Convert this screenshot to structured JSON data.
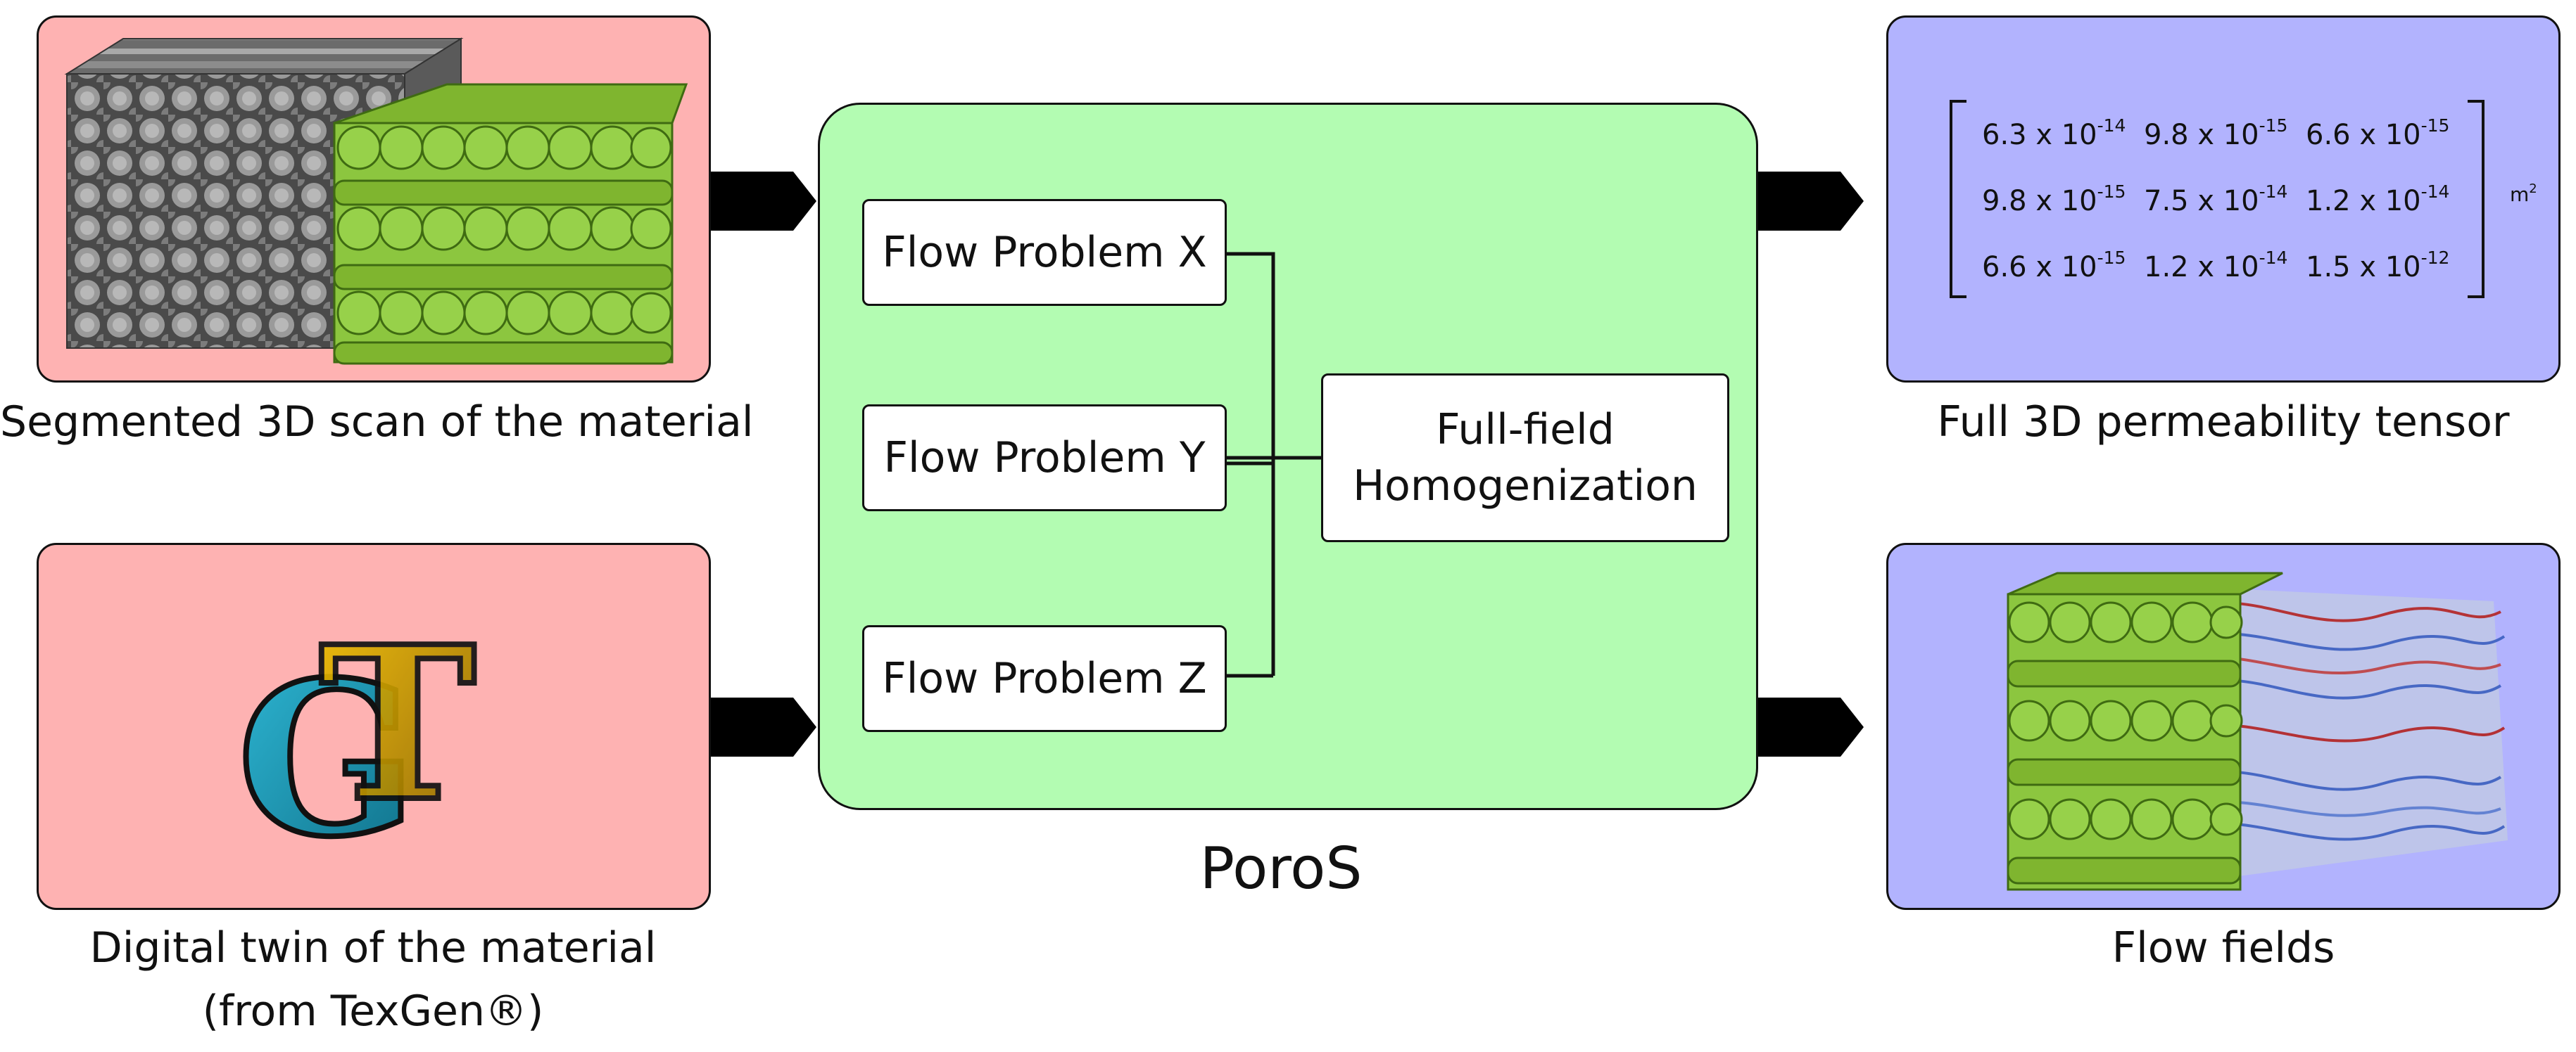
{
  "inputs": {
    "scan_caption": "Segmented 3D scan of the material",
    "twin_caption_line1": "Digital twin of the material",
    "twin_caption_line2": "(from TexGen®)",
    "logo_letters": "TG"
  },
  "poros": {
    "title": "PoroS",
    "flow_x": "Flow Problem X",
    "flow_y": "Flow Problem Y",
    "flow_z": "Flow Problem Z",
    "homog_line1": "Full-field",
    "homog_line2": "Homogenization"
  },
  "outputs": {
    "tensor_caption": "Full 3D permeability tensor",
    "flow_caption": "Flow fields",
    "tensor": [
      [
        {
          "mantissa": "6.3 x 10",
          "exp": "-14"
        },
        {
          "mantissa": "9.8 x 10",
          "exp": "-15"
        },
        {
          "mantissa": "6.6 x 10",
          "exp": "-15"
        }
      ],
      [
        {
          "mantissa": "9.8 x 10",
          "exp": "-15"
        },
        {
          "mantissa": "7.5 x 10",
          "exp": "-14"
        },
        {
          "mantissa": "1.2 x 10",
          "exp": "-14"
        }
      ],
      [
        {
          "mantissa": "6.6 x 10",
          "exp": "-15"
        },
        {
          "mantissa": "1.2 x 10",
          "exp": "-14"
        },
        {
          "mantissa": "1.5 x 10",
          "exp": "-12"
        }
      ]
    ],
    "unit_base": "m",
    "unit_exp": "2"
  },
  "colors": {
    "input_panel": "#feb2b2",
    "poros_panel": "#b3fcb2",
    "output_panel": "#b2b3fe",
    "fiber_green": "#8cc63f",
    "logo_gold": "#e1b000",
    "logo_teal": "#1e9ab8"
  }
}
